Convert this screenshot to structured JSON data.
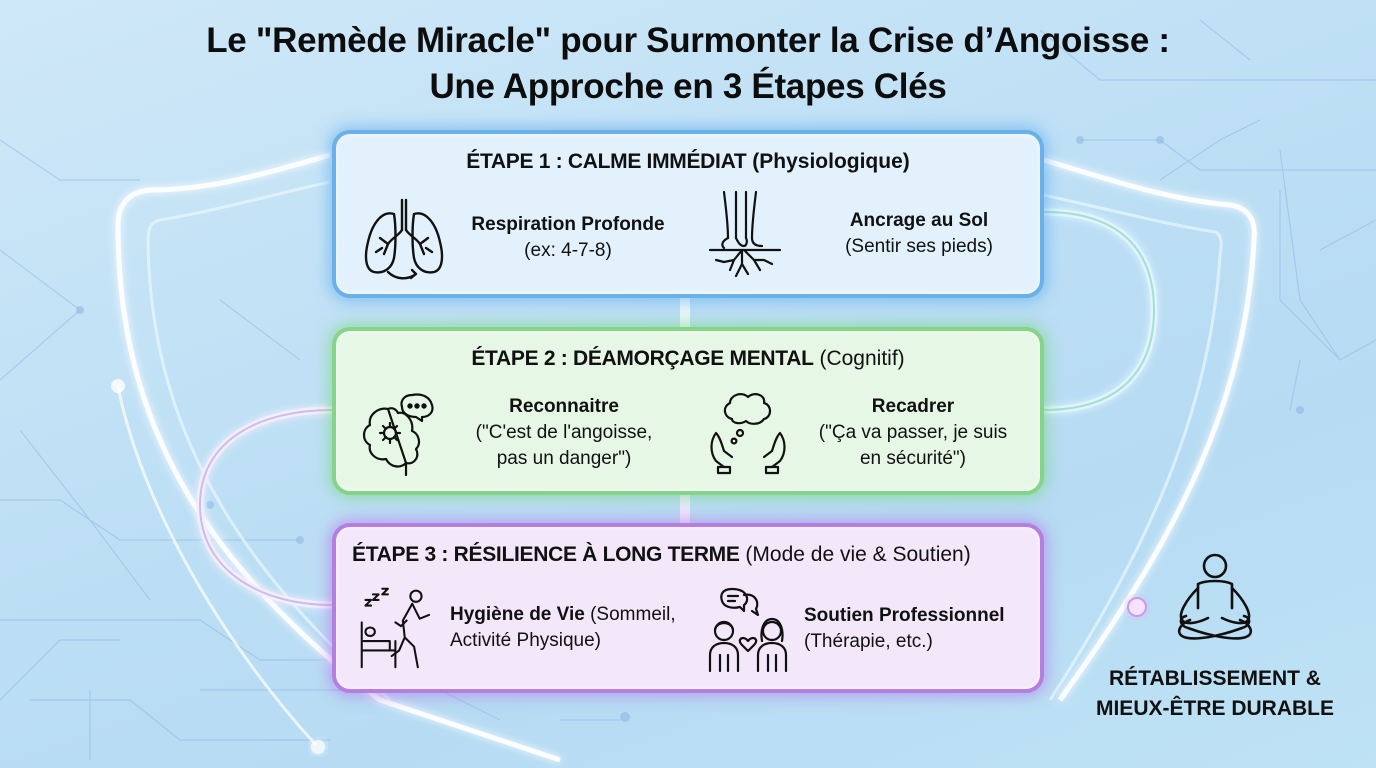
{
  "title": {
    "line1": "Le \"Remède Miracle\" pour Surmonter la Crise d’Angoisse :",
    "line2": "Une Approche en 3 Étapes Clés"
  },
  "steps": [
    {
      "heading_strong": "ÉTAPE 1 : CALME IMMÉDIAT",
      "heading_light": " (Physiologique)",
      "color": "#69b1e8",
      "items": [
        {
          "icon": "lungs-icon",
          "title": "Respiration Profonde",
          "desc": "(ex: 4-7-8)"
        },
        {
          "icon": "grounded-feet-roots-icon",
          "title": "Ancrage au Sol",
          "desc": "(Sentir ses pieds)"
        }
      ]
    },
    {
      "heading_strong": "ÉTAPE 2 : DÉAMORÇAGE MENTAL",
      "heading_light": " (Cognitif)",
      "color": "#86d48a",
      "items": [
        {
          "icon": "brain-gear-speech-icon",
          "title": "Reconnaitre",
          "desc1": "(\"C'est de l'angoisse,",
          "desc2": "pas un danger\")"
        },
        {
          "icon": "hands-thought-cloud-icon",
          "title": "Recadrer",
          "desc1": "(\"Ça va passer, je suis",
          "desc2": "en sécurité\")"
        }
      ]
    },
    {
      "heading_strong": "ÉTAPE 3 : RÉSILIENCE À LONG TERME",
      "heading_light": " (Mode de vie & Soutien)",
      "color": "#b57fe0",
      "items": [
        {
          "icon": "sleep-exercise-icon",
          "title": "Hygiène de Vie",
          "desc_inline": " (Sommeil,",
          "desc2": "Activité Physique)"
        },
        {
          "icon": "therapy-people-icon",
          "title": "Soutien Professionnel",
          "desc": "(Thérapie, etc.)"
        }
      ]
    }
  ],
  "result": {
    "icon": "meditation-icon",
    "line1": "RÉTABLISSEMENT &",
    "line2": "MIEUX-ÊTRE DURABLE"
  }
}
